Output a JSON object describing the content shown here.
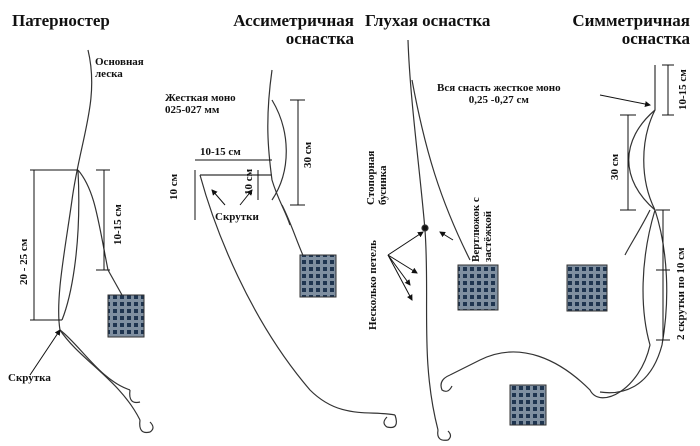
{
  "diagrams": {
    "paternoster": {
      "title": "Патерностер",
      "labels": {
        "main_line": "Основная\nлеска",
        "dim_long": "20 - 25 см",
        "dim_short": "10-15 см",
        "twist": "Скрутка"
      }
    },
    "asymmetric": {
      "title": "Ассиметричная\nоснастка",
      "labels": {
        "mono": "Жесткая моно\n025-027 мм",
        "dim_horizontal": "10-15 см",
        "dim_vertical": "30 см",
        "dim_left": "10 см",
        "dim_left2": "10 см",
        "twists": "Скрутки"
      }
    },
    "blind": {
      "title": "Глухая оснастка",
      "labels": {
        "stopper": "Стопорная\nбусинка",
        "swivel": "Вертлюжок с\nзастёжкой",
        "loops": "Несколько петель"
      }
    },
    "symmetric": {
      "title": "Симметричная\nоснастка",
      "labels": {
        "mono": "Вся снасть жесткое моно\n0,25 -0,27 см",
        "dim_top": "10-15 см",
        "dim_long": "30 см",
        "dim_twists": "2 скрутки по 10 см"
      }
    }
  }
}
